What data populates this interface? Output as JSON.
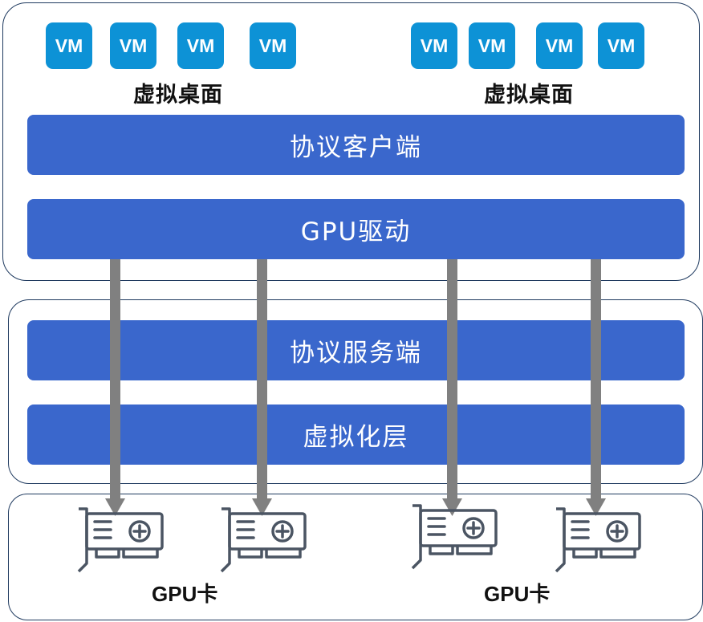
{
  "vm_label": "VM",
  "left_group": {
    "vms": [
      "VM",
      "VM",
      "VM",
      "VM"
    ],
    "label": "虚拟桌面"
  },
  "right_group": {
    "vms": [
      "VM",
      "VM",
      "VM",
      "VM"
    ],
    "label": "虚拟桌面"
  },
  "layers": {
    "protocol_client": "协议客户端",
    "gpu_driver": "GPU驱动",
    "protocol_server": "协议服务端",
    "virtualization": "虚拟化层"
  },
  "gpu_cards": {
    "left_label": "GPU卡",
    "right_label": "GPU卡",
    "count": 4
  },
  "colors": {
    "vm": "#0d92d6",
    "bar": "#3a67cc",
    "arrow": "#808080",
    "border": "#1f3a5f",
    "card": "#4b5563"
  },
  "icons": [
    "gpu-card-icon",
    "arrow-down-icon"
  ]
}
